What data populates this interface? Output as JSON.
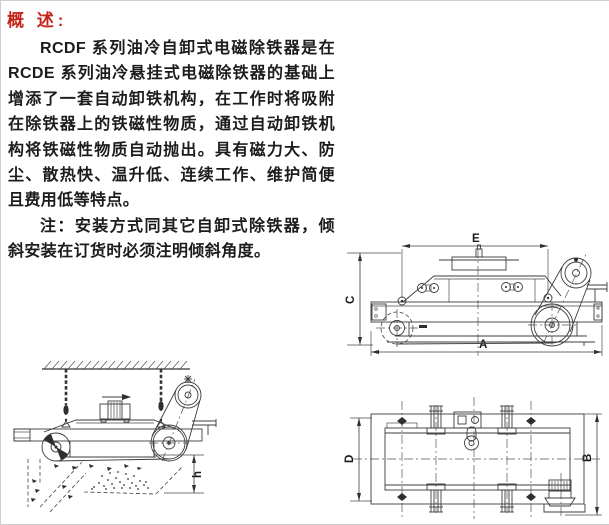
{
  "heading": {
    "text": "概 述:"
  },
  "body": {
    "paragraph1": "RCDF 系列油冷自卸式电磁除铁器是在 RCDE 系列油冷悬挂式电磁除铁器的基础上增添了一套自动卸铁机构，在工作时将吸附在除铁器上的铁磁性物质，通过自动卸铁机构将铁磁性物质自动抛出。具有磁力大、防尘、散热快、温升低、连续工作、维护简便且费用低等特点。",
    "paragraph2": "注：安装方式同其它自卸式除铁器，倾斜安装在订货时必须注明倾斜角度。"
  },
  "drawings": {
    "side_view": {
      "dims": {
        "top": "E",
        "left": "C",
        "bottom": "A"
      }
    },
    "plan_view": {
      "dims": {
        "left": "D",
        "right": "B"
      }
    },
    "installation_view": {
      "dims": {
        "height": "h"
      }
    }
  },
  "colors": {
    "heading_red": "#c5241a",
    "text_black": "#1c1c1c",
    "line_gray": "#3c3c3c",
    "background": "#ffffff"
  }
}
